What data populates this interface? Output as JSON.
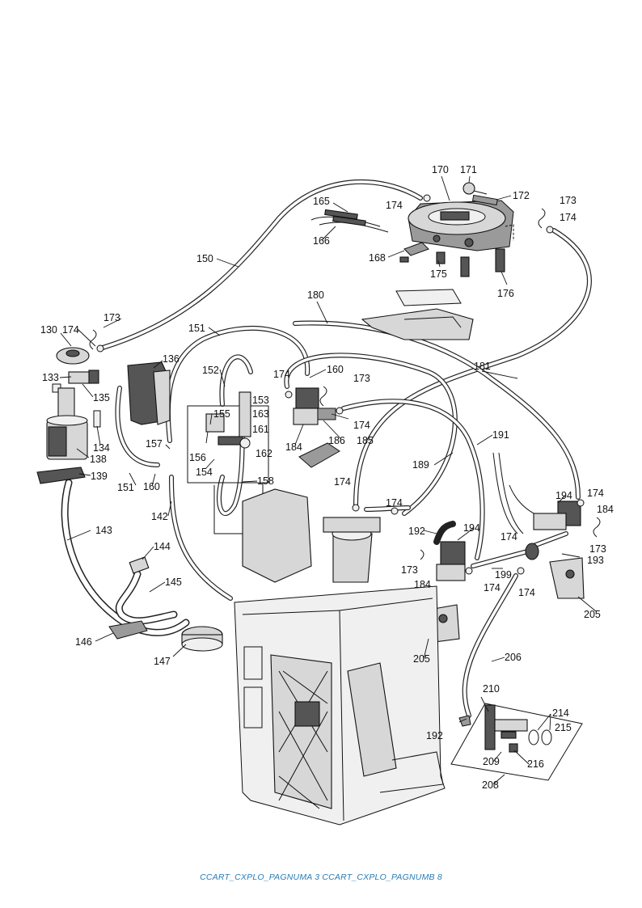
{
  "diagram": {
    "labels": [
      "130",
      "133",
      "134",
      "135",
      "136",
      "138",
      "139",
      "142",
      "143",
      "144",
      "145",
      "146",
      "147",
      "150",
      "151",
      "151",
      "152",
      "153",
      "154",
      "155",
      "156",
      "157",
      "158",
      "160",
      "160",
      "161",
      "162",
      "163",
      "165",
      "166",
      "168",
      "170",
      "171",
      "172",
      "173",
      "173",
      "173",
      "173",
      "173",
      "174",
      "174",
      "174",
      "174",
      "174",
      "174",
      "174",
      "174",
      "174",
      "174",
      "174",
      "175",
      "176",
      "180",
      "181",
      "184",
      "184",
      "184",
      "185",
      "186",
      "189",
      "191",
      "192",
      "192",
      "193",
      "194",
      "194",
      "199",
      "205",
      "205",
      "206",
      "208",
      "209",
      "210",
      "214",
      "215",
      "216"
    ]
  },
  "footer": {
    "text": "CCART_CXPLO_PAGNUMA 3 CCART_CXPLO_PAGNUMB 8"
  }
}
